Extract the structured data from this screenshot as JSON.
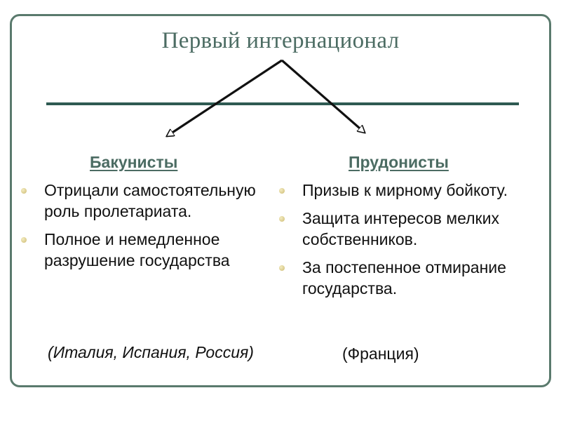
{
  "title": "Первый интернационал",
  "columns": {
    "left": {
      "heading": "Бакунисты",
      "items": [
        "Отрицали самостоятельную роль пролетариата.",
        "Полное и немедленное разрушение государства"
      ],
      "note": "(Италия, Испания, Россия)"
    },
    "right": {
      "heading": "Прудонисты",
      "items": [
        "Призыв к мирному бойкоту.",
        "Защита интересов мелких собственников.",
        "За постепенное отмирание государства."
      ],
      "note": "(Франция)"
    }
  },
  "colors": {
    "accent": "#4c6c63",
    "frame": "#5a7a6d",
    "rule": "#2e5a52",
    "bullet": "#d8c98a"
  }
}
